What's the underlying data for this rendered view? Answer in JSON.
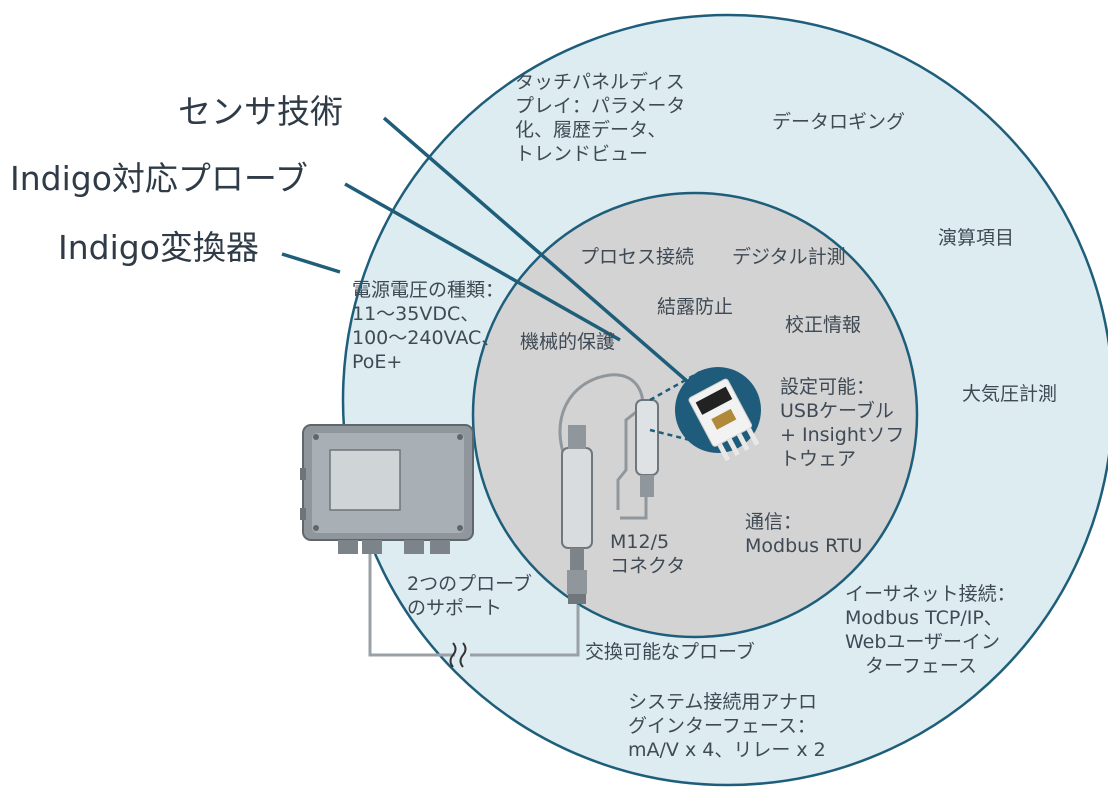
{
  "callouts": {
    "sensor_tech": "センサ技術",
    "probe": "Indigo対応プローブ",
    "transmitter": "Indigo変換器"
  },
  "outer_ring": {
    "touch_panel": [
      "タッチパネルディス",
      "プレイ：パラメータ",
      "化、履歴データ、",
      "トレンドビュー"
    ],
    "data_logging": "データロギング",
    "calc_items": "演算項目",
    "supply_voltage": [
      "電源電圧の種類：",
      "11～35VDC、",
      "100～240VAC、",
      "PoE+"
    ],
    "baro_pressure": "大気圧計測",
    "ethernet": [
      "イーサネット接続：",
      "Modbus TCP/IP、",
      "Webユーザーイン",
      "ターフェース"
    ],
    "interchangeable": "交換可能なプローブ",
    "analog": [
      "システム接続用アナロ",
      "グインターフェース：",
      "mA/V x 4、リレー x 2"
    ],
    "two_probes": [
      "2つのプローブ",
      "のサポート"
    ]
  },
  "inner_circle": {
    "process_conn": "プロセス接続",
    "digital_meas": "デジタル計測",
    "condensation": "結露防止",
    "calibration": "校正情報",
    "mechanical": "機械的保護",
    "configurable": [
      "設定可能：",
      "USBケーブル",
      "+ Insightソフ",
      "トウェア"
    ],
    "communication": [
      "通信：",
      "Modbus RTU"
    ],
    "connector": [
      "M12/5",
      "コネクタ"
    ]
  },
  "colors": {
    "outer_fill": "#dcecf1",
    "outer_stroke": "#1e5e7a",
    "inner_fill": "#d3d3d3",
    "callout_line": "#1e5e7a",
    "chip_circle": "#1f5b7a",
    "device_body": "#9aa1a6"
  }
}
